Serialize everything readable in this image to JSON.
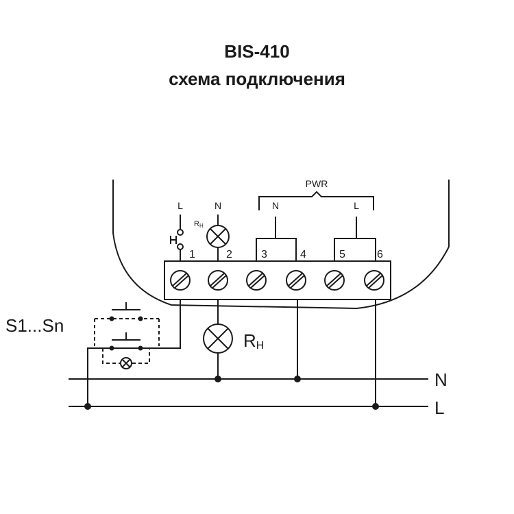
{
  "title": "BIS-410",
  "subtitle": "схема подключения",
  "pwr_label": "PWR",
  "pwr_n": "N",
  "pwr_l": "L",
  "top_l": "L",
  "top_n": "N",
  "top_rh": "R",
  "top_rh_sub": "H",
  "terminals": [
    "1",
    "2",
    "3",
    "4",
    "5",
    "6"
  ],
  "switch_group": "S1...Sn",
  "lamp_rh": "R",
  "lamp_rh_sub": "H",
  "bus_n": "N",
  "bus_l": "L",
  "colors": {
    "line": "#1a1a1a",
    "background": "#ffffff"
  }
}
